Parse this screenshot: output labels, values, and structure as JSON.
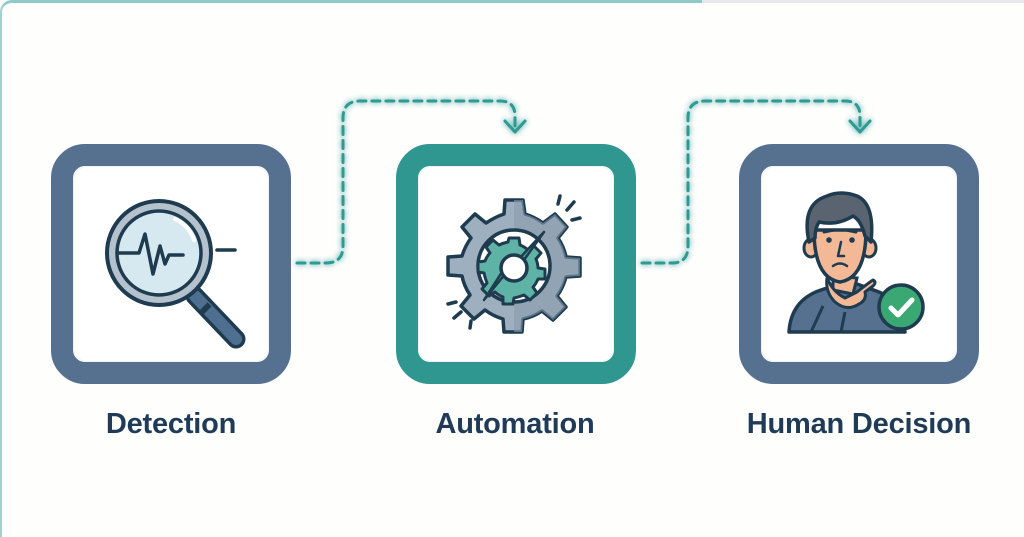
{
  "diagram": {
    "type": "process-flow",
    "steps": [
      {
        "label": "Detection",
        "icon": "magnifier-heartbeat-icon",
        "accent": "#56718f"
      },
      {
        "label": "Automation",
        "icon": "gear-icon",
        "accent": "#2f9690"
      },
      {
        "label": "Human Decision",
        "icon": "thinking-person-check-icon",
        "accent": "#56718f"
      }
    ],
    "connectors": [
      {
        "from": "Detection",
        "to": "Automation",
        "style": "dashed-arrow"
      },
      {
        "from": "Automation",
        "to": "Human Decision",
        "style": "dashed-arrow"
      }
    ],
    "colors": {
      "connector": "#2f9a94",
      "slate_border": "#56718f",
      "teal_border": "#2f9690",
      "label_text": "#1f3b57",
      "check_green": "#3aa873"
    }
  }
}
